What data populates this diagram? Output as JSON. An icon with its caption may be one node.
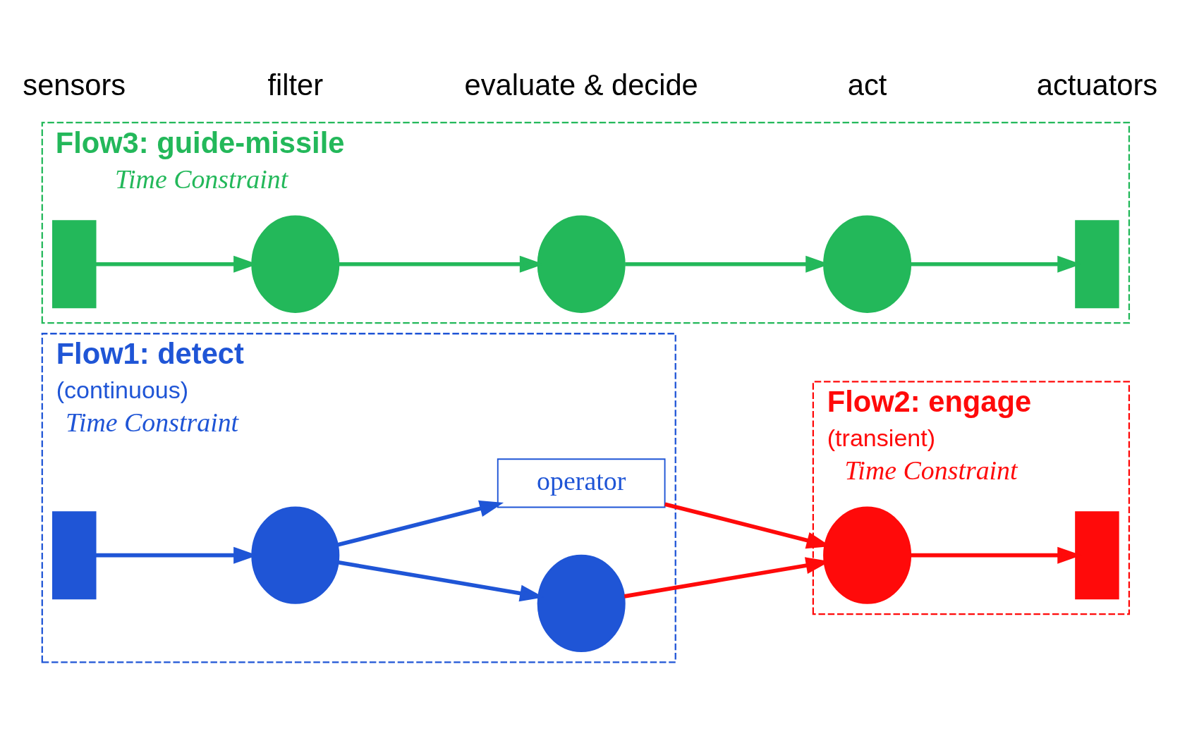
{
  "diagram": {
    "nodes": [
      {
        "text": [
          "Flow1: detect",
          "(continuous)"
        ],
        "beside": [
          "Time Constraint"
        ]
      },
      {
        "text": [],
        "shape": "box",
        "in": 0
      },
      {
        "text": [],
        "shape": "circle",
        "in": 0
      },
      {
        "text": [],
        "shape": "circle",
        "in": 0
      },
      {
        "text": [
          "operator"
        ],
        "in": 0
      },
      {
        "text": [
          "Flow2: engage",
          "(transient)"
        ],
        "beside": [
          "Time Constraint"
        ]
      },
      {
        "text": [],
        "shape": "circle",
        "in": 5
      },
      {
        "text": [],
        "shape": "box",
        "in": 5
      },
      {
        "text": [
          "Flow3: guide-missile"
        ],
        "beside": [
          "Time Constraint"
        ]
      },
      {
        "text": [],
        "shape": "box",
        "in": 8
      },
      {
        "text": [],
        "shape": "circle",
        "in": 8
      },
      {
        "text": [],
        "shape": "circle",
        "in": 8
      },
      {
        "text": [],
        "shape": "circle",
        "in": 8
      },
      {
        "text": [],
        "shape": "box",
        "in": 8
      }
    ],
    "edges": [
      {
        "from": 1,
        "to": 2,
        "arrow": "to",
        "color": "#1f55d6"
      },
      {
        "from": 2,
        "to": 3,
        "arrow": "to",
        "color": "#1f55d6"
      },
      {
        "from": 2,
        "to": 4,
        "arrow": "to",
        "color": "#1f55d6"
      },
      {
        "from": 3,
        "to": 6,
        "arrow": "to",
        "color": "#ff0a0a"
      },
      {
        "from": 4,
        "to": 6,
        "arrow": "to",
        "color": "#ff0a0a"
      },
      {
        "from": 6,
        "to": 7,
        "arrow": "to",
        "color": "#ff0a0a"
      },
      {
        "from": 9,
        "to": 10,
        "arrow": "to",
        "color": "#23b85a"
      },
      {
        "from": 10,
        "to": 11,
        "arrow": "to",
        "color": "#23b85a"
      },
      {
        "from": 11,
        "to": 12,
        "arrow": "to",
        "color": "#23b85a"
      },
      {
        "from": 12,
        "to": 13,
        "arrow": "to",
        "color": "#23b85a"
      }
    ],
    "labels": [
      "sensors",
      "filter",
      "evaluate & decide",
      "act",
      "actuators"
    ]
  }
}
